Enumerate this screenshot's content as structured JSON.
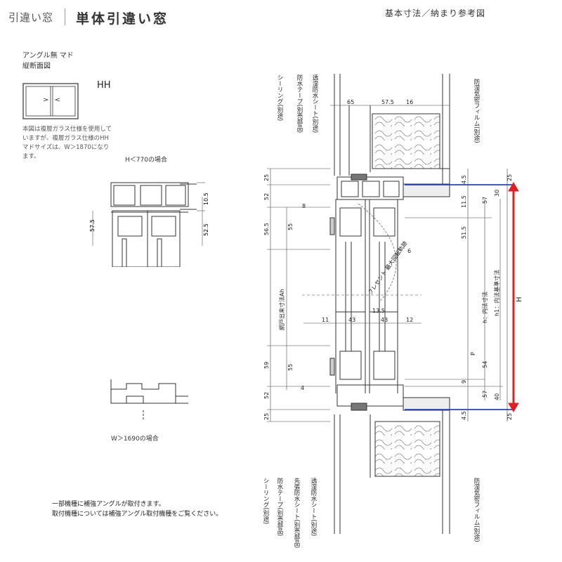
{
  "header": {
    "category": "引違い窓",
    "title": "単体引違い窓",
    "subtitle": "基本寸法／納まり参考図"
  },
  "model": {
    "line1": "アングル無 マド",
    "line2": "縦断面図",
    "code": "HH",
    "note": "本図は複層ガラス仕様を使用していますが、複層ガラス仕様のHHマドサイズは、W＞1870になります。"
  },
  "small_sections": {
    "caption_top": "H＜770の場合",
    "caption_bottom": "W＞1690の場合",
    "dims": [
      "10.5",
      "57.5",
      "52.5"
    ]
  },
  "footnote": {
    "line1": "一部機種に補強アングルが取付きます。",
    "line2": "取付機種については補強アングル取付機種をご覧ください。"
  },
  "labels_top": [
    "シーリング(別途)",
    "防水テープ(別売部品)",
    "透湿防水シート(別途)"
  ],
  "labels_bottom": [
    "シーリング(別途)",
    "防水テープ(別売部品)",
    "先張防水シート(別売部品)",
    "透湿防水シート(別途)"
  ],
  "label_film_top": "防湿気密フィルム(別途)",
  "label_film_bottom": "防湿気密フィルム(別途)",
  "dims": {
    "top": [
      "65",
      "57.5",
      "16"
    ],
    "mid": [
      "11",
      "43",
      "43",
      "12"
    ],
    "d135": "13.5",
    "left": [
      "25",
      "52",
      "56.5",
      "59",
      "52",
      "25"
    ],
    "inner_left": [
      "8",
      "55",
      "55",
      "4"
    ],
    "right_col1": [
      "4.5",
      "11.5",
      "51.5",
      "9",
      "4.5"
    ],
    "right_col2": [
      "57",
      "54",
      "57"
    ],
    "right_col3": [
      "30",
      "40"
    ],
    "right_col4": [
      "25",
      "25"
    ],
    "d6": "6",
    "net_door": "網戸出来寸法Ah",
    "crescent": "クレセント\n最大回転軌跡",
    "inner_h": "h：内法寸法",
    "inner_h1": "h1：内法基準寸法",
    "H": "H",
    "P": "P"
  }
}
